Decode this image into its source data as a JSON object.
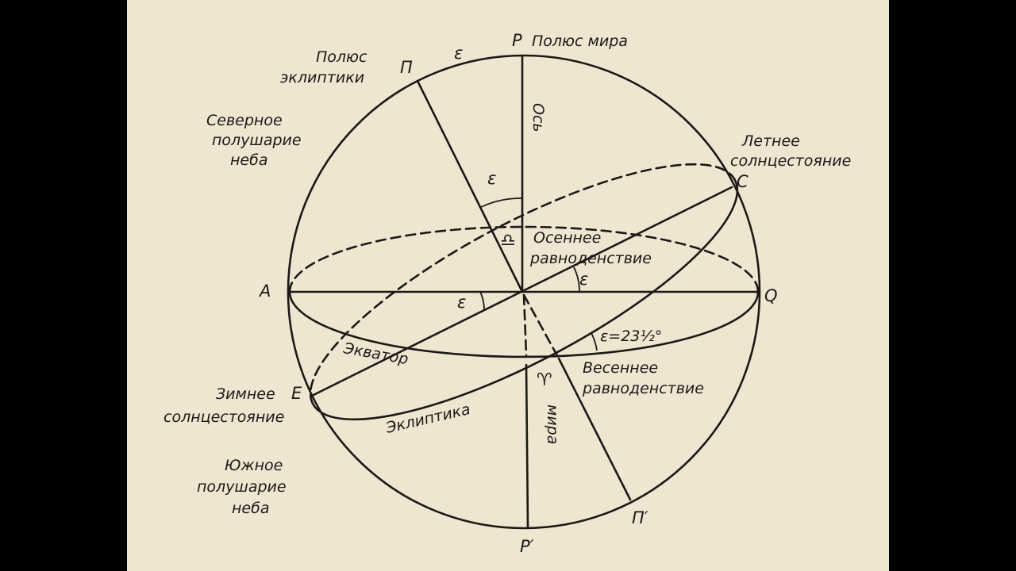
{
  "labels": {
    "pole_world_letter": "P",
    "pole_world": "Полюс мира",
    "pole_ecliptic_l1": "Полюс",
    "pole_ecliptic_l2": "эклиптики",
    "pole_ecliptic_letter": "П",
    "epsilon_top": "ε",
    "north_l1": "Северное",
    "north_l2": "полушарие",
    "north_l3": "неба",
    "summer_l1": "Летнее",
    "summer_l2": "солнцестояние",
    "summer_letter": "C",
    "axis_upper": "Ось",
    "epsilon_near_axis": "ε",
    "libra_symbol": "♎",
    "autumn_l1": "Осеннее",
    "autumn_l2": "равноденствие",
    "epsilon_right": "ε",
    "epsilon_left": "ε",
    "left_letter": "A",
    "right_letter": "Q",
    "epsilon_value": "ε=23½°",
    "equator": "Экватор",
    "aries_symbol": "♈",
    "spring_l1": "Весеннее",
    "spring_l2": "равноденствие",
    "winter_l1": "Зимнее",
    "winter_letter": "E",
    "winter_l2": "солнцестояние",
    "ecliptic": "Эклиптика",
    "axis_lower": "мира",
    "south_l1": "Южное",
    "south_l2": "полушарие",
    "south_l3": "неба",
    "pole_ecliptic_bottom": "П′",
    "pole_world_bottom": "P′"
  }
}
